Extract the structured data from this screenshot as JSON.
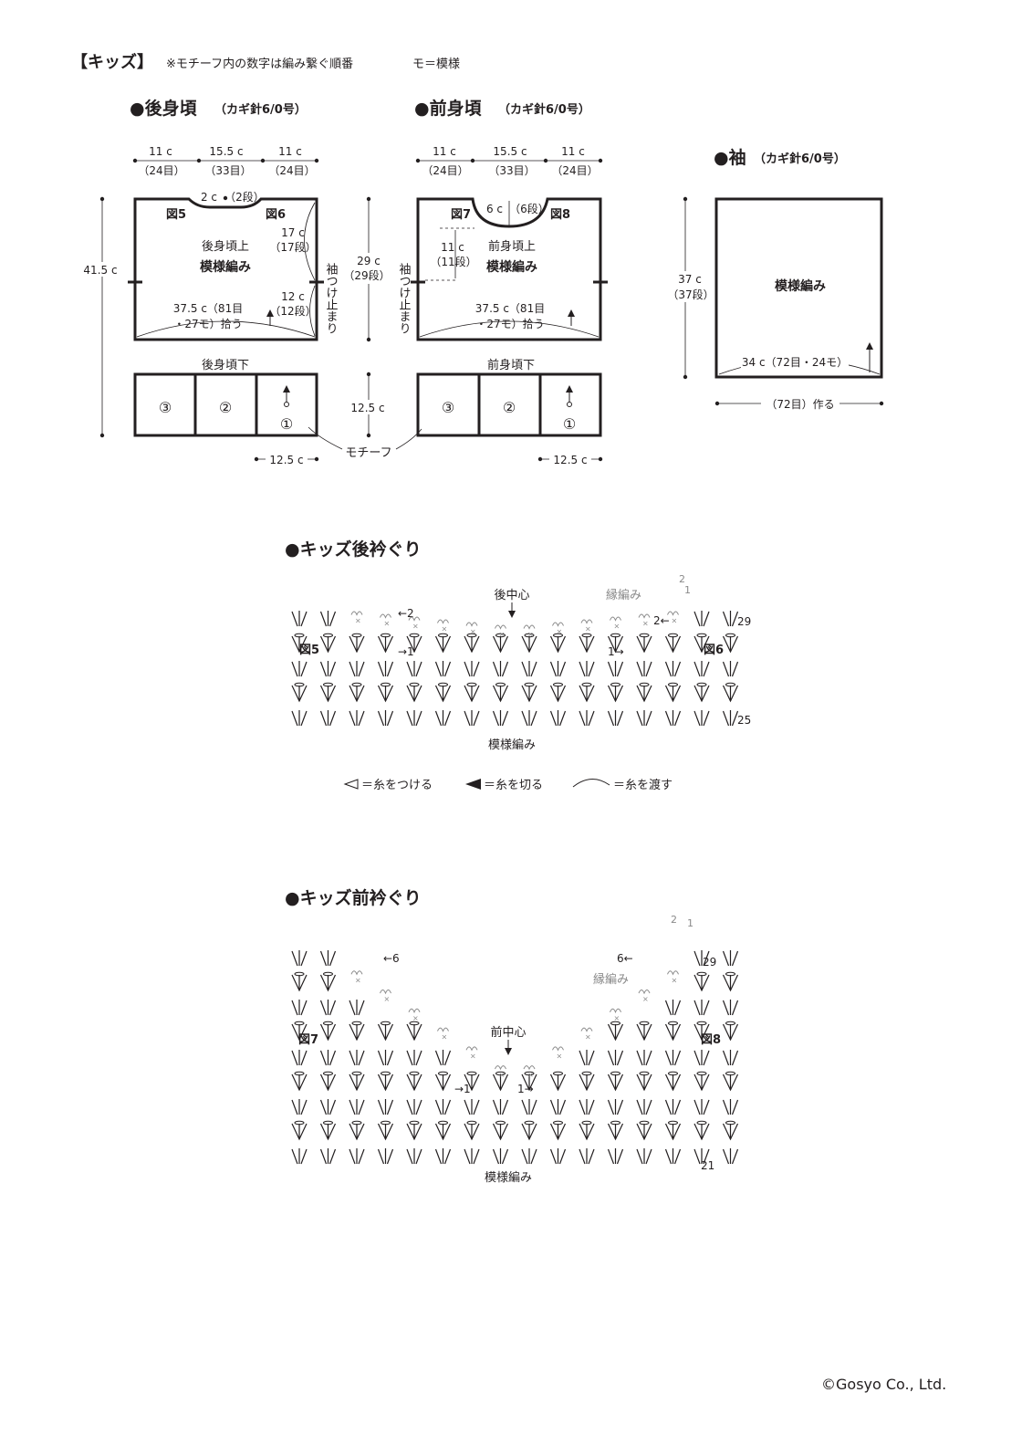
{
  "header": {
    "title": "【キッズ】",
    "note": "※モチーフ内の数字は編み繋ぐ順番",
    "legend_mo": "モ＝模様"
  },
  "back_body": {
    "title": "●後身頃",
    "hook": "（カギ針6/0号）",
    "widths": [
      "11 c",
      "15.5 c",
      "11 c"
    ],
    "stitches": [
      "（24目）",
      "（33目）",
      "（24目）"
    ],
    "neck_depth": "2 c",
    "neck_rows": "（2段）",
    "fig_left": "図5",
    "fig_right": "図6",
    "upper_name": "後身頃上",
    "pattern": "模様編み",
    "shoulder_len": "17 c",
    "shoulder_rows": "（17段）",
    "armhole_len": "12 c",
    "armhole_rows": "（12段）",
    "pickup_line1": "37.5 c（81目",
    "pickup_line2": "・27モ）拾う",
    "lower_name": "後身頃下",
    "total_height": "41.5 c",
    "motif_width": "12.5 c",
    "motifs": [
      "③",
      "②",
      "①"
    ]
  },
  "middle": {
    "upper_height": "29 c",
    "upper_rows": "（29段）",
    "lower_height": "12.5 c",
    "sleeve_stop": "袖つけ止まり",
    "motif_label": "モチーフ"
  },
  "front_body": {
    "title": "●前身頃",
    "hook": "（カギ針6/0号）",
    "widths": [
      "11 c",
      "15.5 c",
      "11 c"
    ],
    "stitches": [
      "（24目）",
      "（33目）",
      "（24目）"
    ],
    "neck_depth": "6 c",
    "neck_rows": "（6段）",
    "fig_left": "図7",
    "fig_right": "図8",
    "side_len": "11 c",
    "side_rows": "（11段）",
    "upper_name": "前身頃上",
    "pattern": "模様編み",
    "pickup_line1": "37.5 c（81目",
    "pickup_line2": "・27モ）拾う",
    "lower_name": "前身頃下",
    "motif_width": "12.5 c",
    "motifs": [
      "③",
      "②",
      "①"
    ]
  },
  "sleeve": {
    "title": "●袖",
    "hook": "（カギ針6/0号）",
    "height": "37 c",
    "height_rows": "（37段）",
    "pattern": "模様編み",
    "bottom": "34 c（72目・24モ）",
    "cast_on": "（72目）作る"
  },
  "back_neck": {
    "title": "●キッズ後衿ぐり",
    "center": "後中心",
    "edging": "縁編み",
    "fig_left": "図5",
    "fig_right": "図6",
    "row_top": "29",
    "row_bottom": "25",
    "pattern": "模様編み",
    "mark_2_left": "←2",
    "mark_1_left": "→1",
    "mark_2_right": "2←",
    "mark_1_right": "1→",
    "edge_2": "2",
    "edge_1": "1"
  },
  "legend": {
    "attach": "＝糸をつける",
    "cut": "＝糸を切る",
    "carry": "＝糸を渡す"
  },
  "front_neck": {
    "title": "●キッズ前衿ぐり",
    "center": "前中心",
    "edging": "縁編み",
    "fig_left": "図7",
    "fig_right": "図8",
    "row_top": "29",
    "row_bottom": "21",
    "pattern": "模様編み",
    "mark_6_left": "←6",
    "mark_6_right": "6←",
    "mark_1_left": "→1",
    "mark_1_right": "1→",
    "edge_2": "2",
    "edge_1": "1"
  },
  "copyright": "©Gosyo Co., Ltd."
}
